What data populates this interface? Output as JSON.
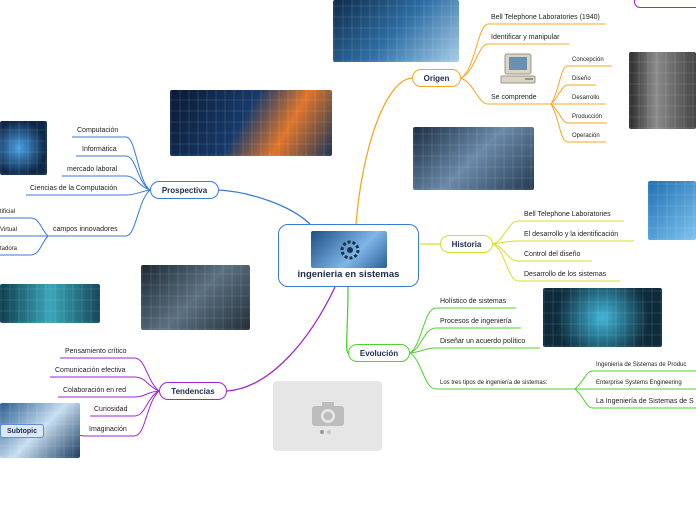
{
  "central": {
    "title": "ingenieria en sistemas"
  },
  "origen": {
    "title": "Origen",
    "items": [
      "Bell Telephone Laboratories (1940)",
      "Identificar y manipular",
      "Se comprende"
    ],
    "subitems": [
      "Concepción",
      "Diseño",
      "Desarrollo",
      "Producción",
      "Operación"
    ]
  },
  "historia": {
    "title": "Historia",
    "items": [
      "Bell Telephone Laboratories",
      "El desarrollo y la identificación",
      "Control del diseño",
      "Desarrollo de los sistemas"
    ]
  },
  "evolucion": {
    "title": "Evolución",
    "items": [
      "Holístico de sistemas",
      "Procesos de ingeniería",
      "Diseñar un acuerdo político",
      "Los tres tipos de ingeniería de sistemas:"
    ],
    "subitems": [
      "Ingeniería de Sistemas de Produc",
      "Enterprise Systems Engineering",
      "La Ingeniería de Sistemas de S"
    ]
  },
  "prospectiva": {
    "title": "Prospectiva",
    "items": [
      "Computación",
      "Informática",
      "mercado laboral",
      "Ciencias de la Computación",
      "campos innovadores"
    ],
    "subitems": [
      "tificial",
      "Virtual",
      "tadora"
    ]
  },
  "tendencias": {
    "title": "Tendencias",
    "items": [
      "Pensamiento crítico",
      "Comunicación efectiva",
      "Colaboración en red",
      "Curiosidad",
      "Imaginación"
    ],
    "subtopic": "Subtopic"
  },
  "colors": {
    "origen": "#f5a623",
    "historia": "#d6df2a",
    "evolucion": "#4fd12e",
    "prospectiva": "#3a7bd5",
    "tendencias": "#9b27d6",
    "central": "#3a7bd5"
  }
}
